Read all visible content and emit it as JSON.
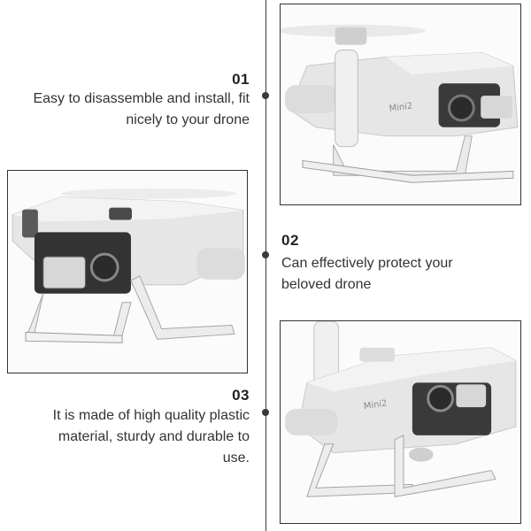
{
  "features": [
    {
      "number": "01",
      "text_line1": "Easy to disassemble and install, fit",
      "text_line2": "nicely to your drone"
    },
    {
      "number": "02",
      "text_line1": "Can effectively protect your",
      "text_line2": "beloved drone"
    },
    {
      "number": "03",
      "text_line1": "It is made of high quality plastic",
      "text_line2": "material, sturdy and durable to",
      "text_line3": "use."
    }
  ],
  "product_images": [
    {
      "label": "drone-with-landing-gear-photo-1"
    },
    {
      "label": "drone-with-landing-gear-photo-2"
    },
    {
      "label": "drone-with-landing-gear-photo-3"
    }
  ],
  "colors": {
    "line": "#3a3a3a",
    "text": "#333333",
    "drone_body": "#e6e6e6",
    "drone_shadow": "#bdbdbd",
    "camera": "#2b2b2b"
  }
}
